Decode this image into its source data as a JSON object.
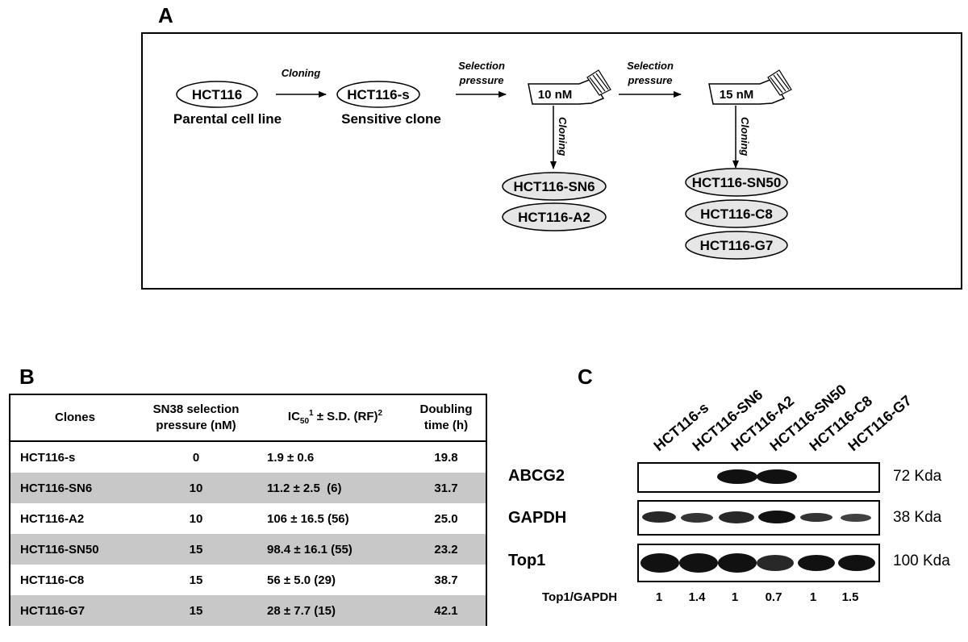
{
  "panel_a": {
    "letter": "A",
    "parental": {
      "name": "HCT116",
      "caption": "Parental cell line"
    },
    "sensitive": {
      "name": "HCT116-s",
      "caption": "Sensitive clone"
    },
    "cloning": "Cloning",
    "selection_line1": "Selection",
    "selection_line2": "pressure",
    "flask1": "10 nM",
    "flask2": "15 nM",
    "clones_10nm": [
      "HCT116-SN6",
      "HCT116-A2"
    ],
    "clones_15nm": [
      "HCT116-SN50",
      "HCT116-C8",
      "HCT116-G7"
    ]
  },
  "panel_b": {
    "letter": "B",
    "headers": {
      "clones": "Clones",
      "pressure_l1": "SN38 selection",
      "pressure_l2": "pressure (nM)",
      "ic50_a": "IC",
      "ic50_sub": "50",
      "ic50_sup1": "1",
      "ic50_b": " ± S.D. (RF)",
      "ic50_sup2": "2",
      "doubling_l1": "Doubling",
      "doubling_l2": "time (h)"
    },
    "rows": [
      {
        "clone": "HCT116-s",
        "pressure": "0",
        "ic50": "1.9 ± 0.6",
        "doubling": "19.8"
      },
      {
        "clone": "HCT116-SN6",
        "pressure": "10",
        "ic50": "11.2 ± 2.5  (6)",
        "doubling": "31.7"
      },
      {
        "clone": "HCT116-A2",
        "pressure": "10",
        "ic50": "106 ± 16.5 (56)",
        "doubling": "25.0"
      },
      {
        "clone": "HCT116-SN50",
        "pressure": "15",
        "ic50": "98.4 ± 16.1 (55)",
        "doubling": "23.2"
      },
      {
        "clone": "HCT116-C8",
        "pressure": "15",
        "ic50": "56 ± 5.0 (29)",
        "doubling": "38.7"
      },
      {
        "clone": "HCT116-G7",
        "pressure": "15",
        "ic50": "28 ± 7.7 (15)",
        "doubling": "42.1"
      }
    ]
  },
  "panel_c": {
    "letter": "C",
    "lanes": [
      "HCT116-s",
      "HCT116-SN6",
      "HCT116-A2",
      "HCT116-SN50",
      "HCT116-C8",
      "HCT116-G7"
    ],
    "blots": [
      {
        "name": "ABCG2",
        "kda": "72 Kda"
      },
      {
        "name": "GAPDH",
        "kda": "38 Kda"
      },
      {
        "name": "Top1",
        "kda": "100 Kda"
      }
    ],
    "ratio_label": "Top1/GAPDH",
    "ratios": [
      "1",
      "1.4",
      "1",
      "0.7",
      "1",
      "1.5"
    ]
  }
}
